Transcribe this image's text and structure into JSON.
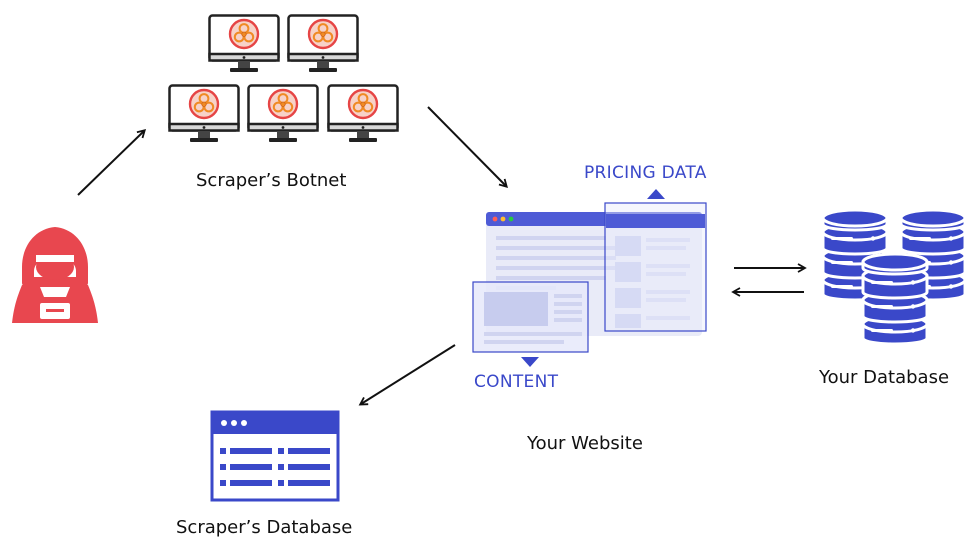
{
  "labels": {
    "botnet": "Scraper’s Botnet",
    "pricing_data": "PRICING DATA",
    "content": "CONTENT",
    "your_website": "Your Website",
    "your_database": "Your Database",
    "scraper_database": "Scraper’s Database"
  },
  "icons": {
    "attacker": "hooded-hacker-icon",
    "bot_monitor": "biohazard-monitor-icon",
    "website": "website-mockup-icon",
    "database": "database-stack-icon",
    "scraper_db": "browser-table-icon"
  },
  "colors": {
    "accent_blue": "#3a48c9",
    "hacker_red": "#e8474f",
    "biohazard_orange": "#f08a24",
    "biohazard_ring": "#e64545",
    "arrow": "#111111"
  }
}
